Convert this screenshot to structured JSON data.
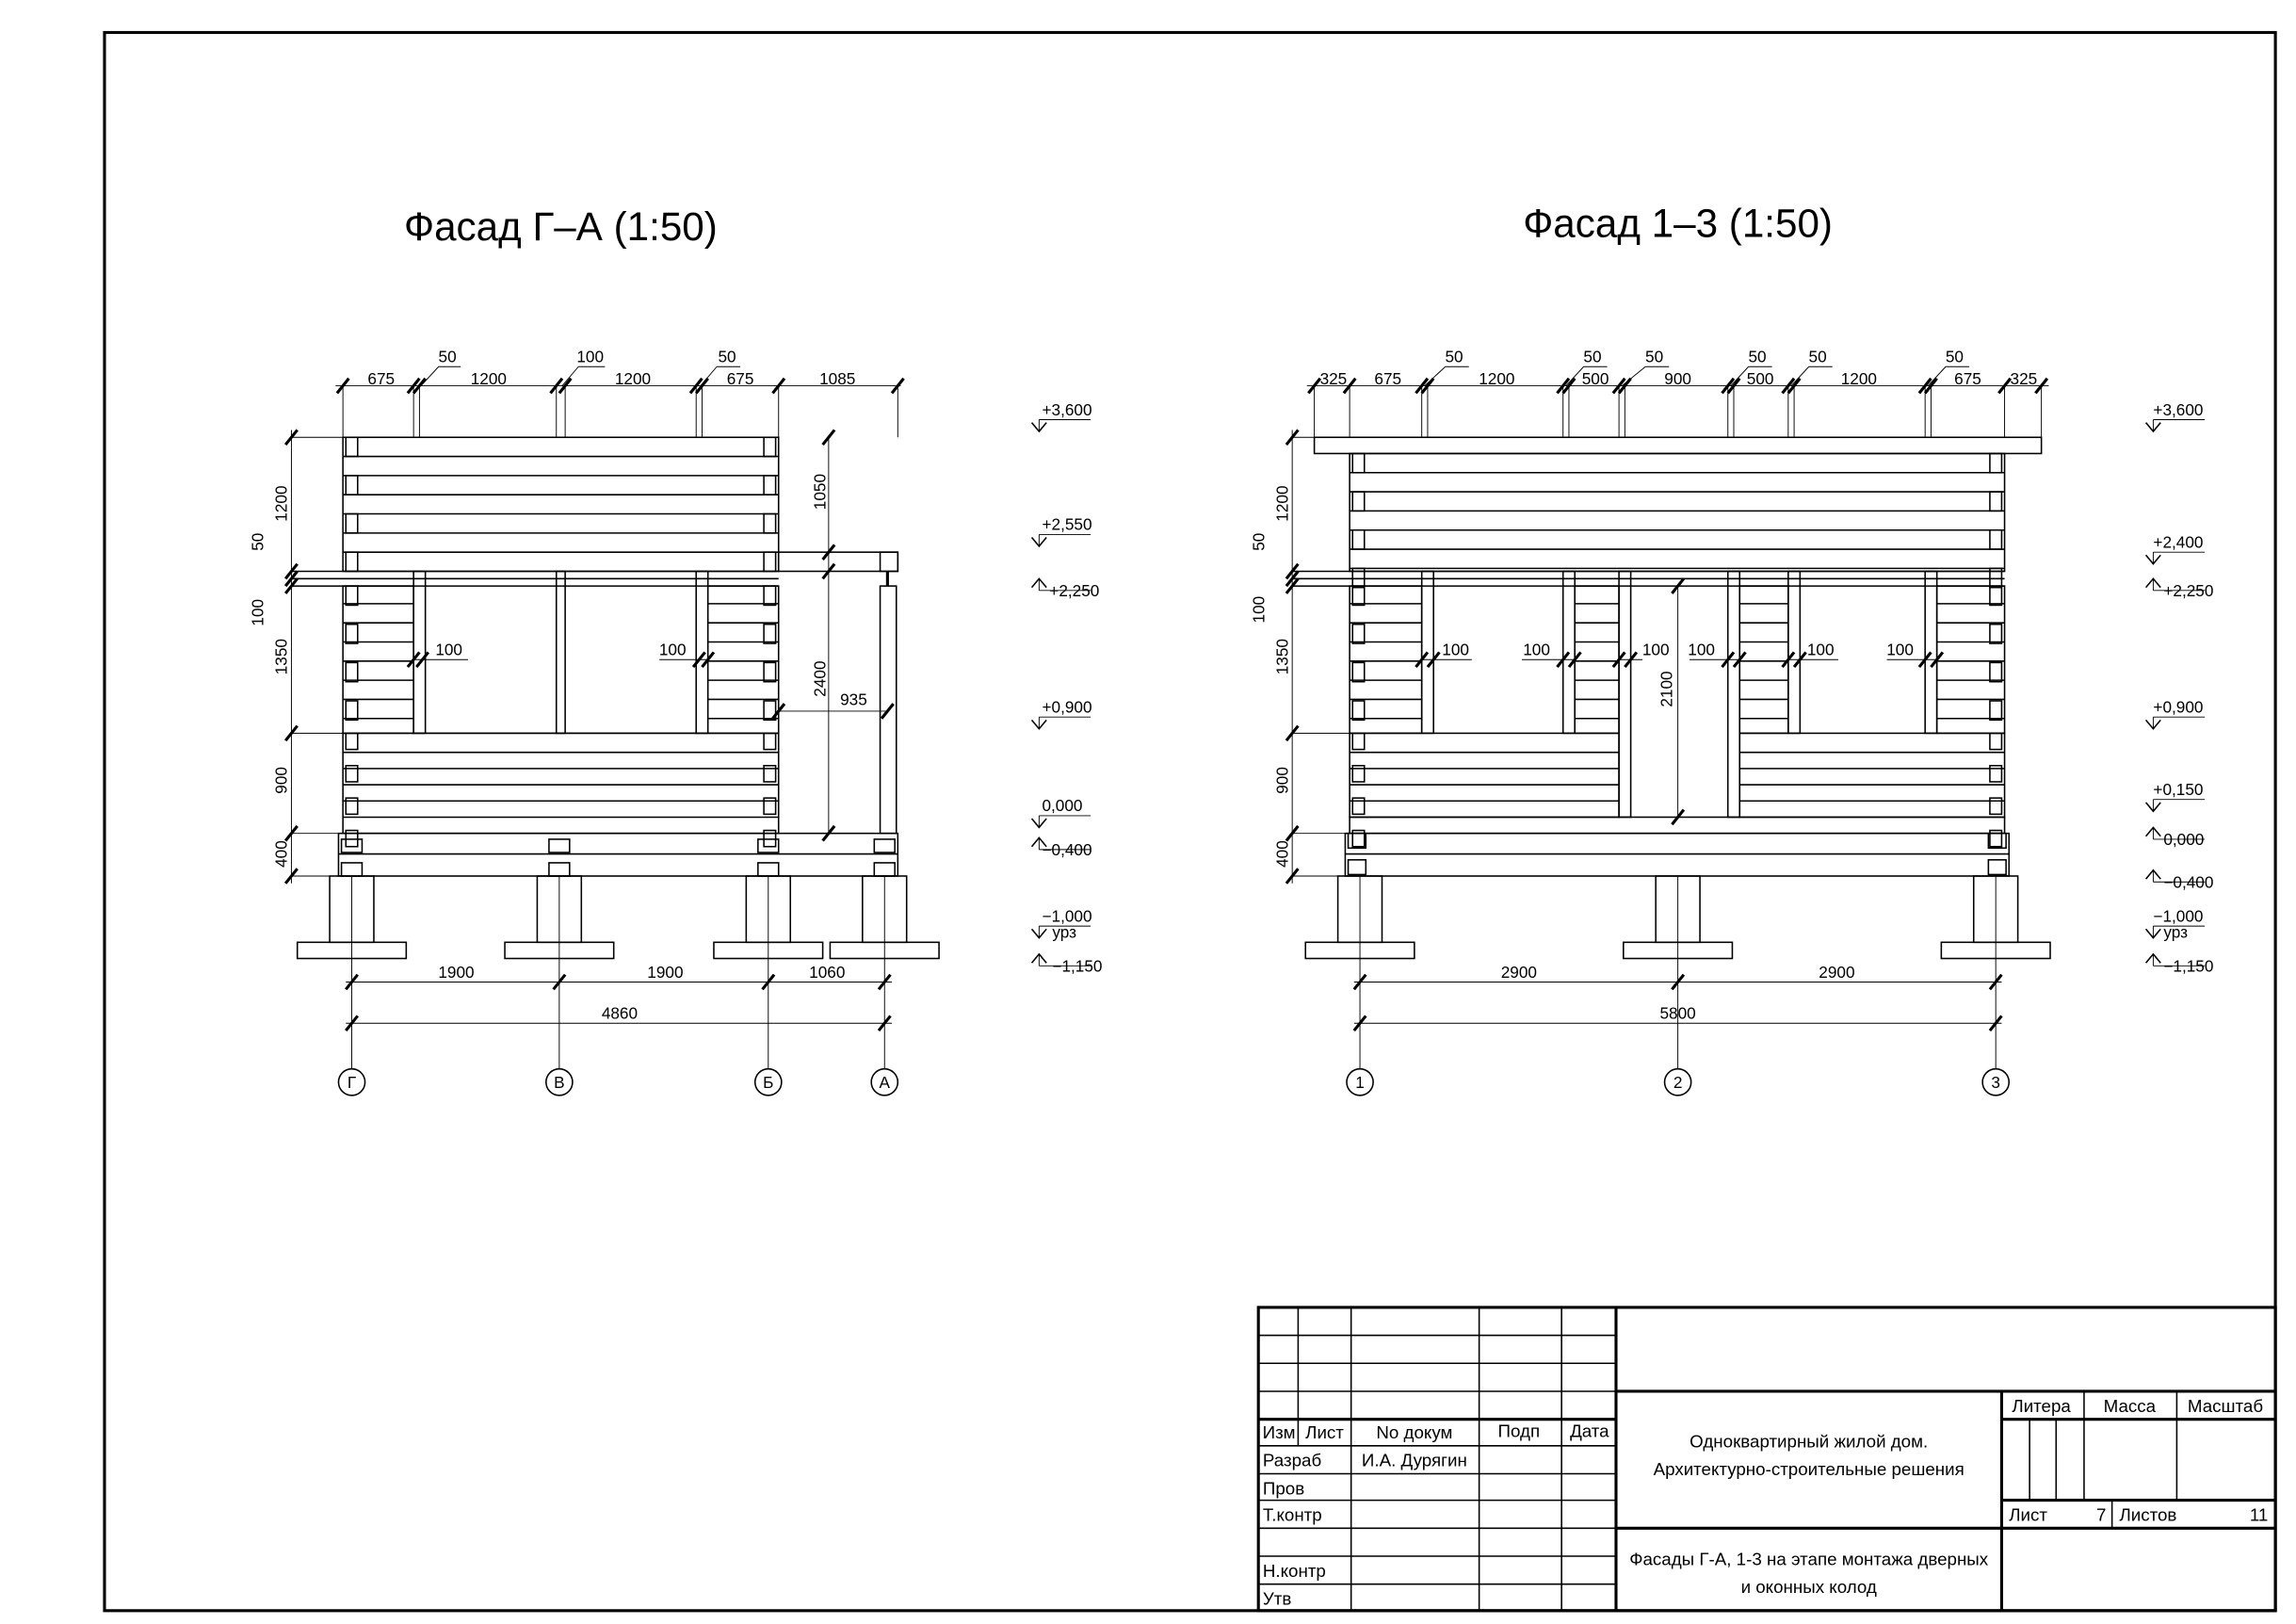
{
  "facade_left": {
    "title": "Фасад Г–А (1:50)",
    "dims_top": [
      "675",
      "50",
      "1200",
      "100",
      "1200",
      "50",
      "675",
      "1085"
    ],
    "dims_left": [
      "1200",
      "50",
      "100",
      "1350",
      "900",
      "400"
    ],
    "dims_inner": [
      "100",
      "100",
      "1050",
      "2400",
      "935"
    ],
    "dims_bottom": [
      "1900",
      "1900",
      "1060",
      "4860"
    ],
    "axes": [
      "Г",
      "В",
      "Б",
      "А"
    ],
    "levels": [
      "+3,600",
      "+2,550",
      "+2,250",
      "+0,900",
      "0,000",
      "−0,400",
      "−1,000",
      "урз",
      "−1,150"
    ]
  },
  "facade_right": {
    "title": "Фасад 1–3 (1:50)",
    "dims_top": [
      "325",
      "675",
      "50",
      "1200",
      "50",
      "500",
      "50",
      "900",
      "50",
      "500",
      "50",
      "1200",
      "50",
      "675",
      "325"
    ],
    "dims_left": [
      "1200",
      "50",
      "100",
      "1350",
      "900",
      "400"
    ],
    "dims_inner": [
      "100",
      "100",
      "100",
      "100",
      "100",
      "100",
      "2100"
    ],
    "dims_bottom": [
      "2900",
      "2900",
      "5800"
    ],
    "axes": [
      "1",
      "2",
      "3"
    ],
    "levels": [
      "+3,600",
      "+2,400",
      "+2,250",
      "+0,900",
      "+0,150",
      "0,000",
      "−0,400",
      "−1,000",
      "урз",
      "−1,150"
    ]
  },
  "title_block": {
    "headers": {
      "izm": "Изм",
      "list": "Лист",
      "doc": "No докум",
      "podp": "Подп",
      "data": "Дата"
    },
    "roles": {
      "razrab": "Разраб",
      "prov": "Пров",
      "tkontr": "Т.контр",
      "nkontr": "Н.контр",
      "utv": "Утв"
    },
    "developer": "И.А. Дурягин",
    "project": [
      "Одноквартирный жилой дом.",
      "Архитектурно-строительные решения"
    ],
    "sheet_title": [
      "Фасады Г-А, 1-3 на этапе монтажа дверных",
      "и оконных колод"
    ],
    "litera": "Литера",
    "massa": "Масса",
    "masshtab": "Масштаб",
    "sheet_label": "Лист",
    "sheet_no": "7",
    "sheets_label": "Листов",
    "sheets_total": "11"
  }
}
